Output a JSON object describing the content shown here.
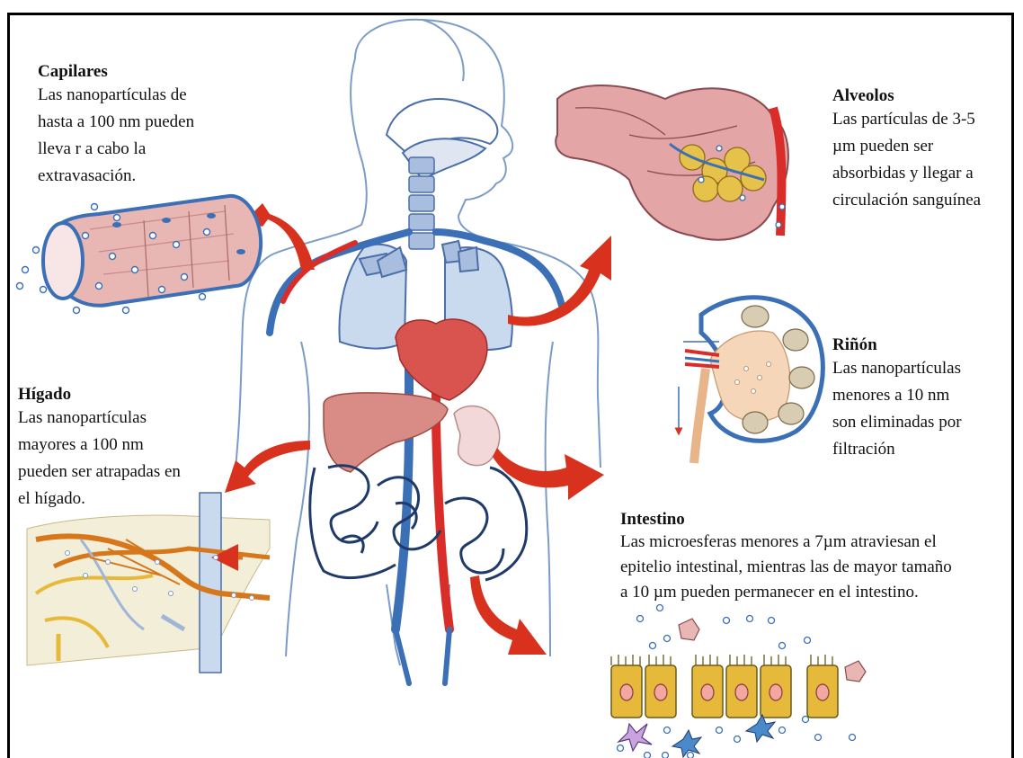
{
  "colors": {
    "outline": "#1f3a68",
    "vein": "#3b6fb6",
    "artery": "#d92d2a",
    "lung": "#c9d9ee",
    "liver": "#d98b86",
    "heart": "#d9534f",
    "arrow": "#d8321f",
    "cell_yellow": "#e6b93a",
    "tissue_pink": "#e3a5a5"
  },
  "sections": {
    "capilares": {
      "title": "Capilares",
      "text": "Las nanopartículas de\nhasta a 100 nm pueden\nlleva r a cabo la\nextravasación."
    },
    "alveolos": {
      "title": "Alveolos",
      "text": "Las partículas de 3-5\nµm pueden ser\nabsorbidas y llegar a\ncirculación sanguínea"
    },
    "rinon": {
      "title": "Riñón",
      "text": "Las nanopartículas\nmenores a 10 nm\nson eliminadas por\nfiltración"
    },
    "higado": {
      "title": "Hígado",
      "text": "Las nanopartículas\nmayores a 100 nm\npueden  ser atrapadas en\nel hígado."
    },
    "intestino": {
      "title": "Intestino",
      "text": "Las microesferas menores a 7µm atraviesan el\nepitelio intestinal, mientras las de mayor tamaño\na 10 µm pueden permanecer en el intestino."
    }
  }
}
